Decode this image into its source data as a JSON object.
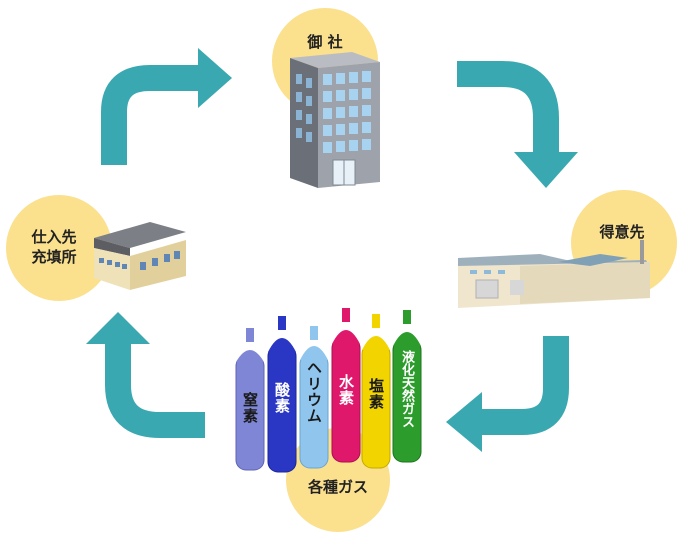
{
  "nodes": {
    "company": {
      "label": "御 社"
    },
    "customer": {
      "label": "得意先"
    },
    "supplier": {
      "line1": "仕入先",
      "line2": "充填所"
    },
    "gases": {
      "label": "各種ガス"
    }
  },
  "cylinders": [
    {
      "label": "窒素",
      "color": "#7f86d6"
    },
    {
      "label": "酸素",
      "color": "#2a37c4"
    },
    {
      "label": "ヘリウム",
      "color": "#90c6ee"
    },
    {
      "label": "水素",
      "color": "#e0186c"
    },
    {
      "label": "塩素",
      "color": "#f1d400"
    },
    {
      "label": "液化天然ガス",
      "color": "#2c9d2c"
    }
  ],
  "colors": {
    "arrow": "#3aa8b0",
    "circle": "#fbe08e"
  }
}
